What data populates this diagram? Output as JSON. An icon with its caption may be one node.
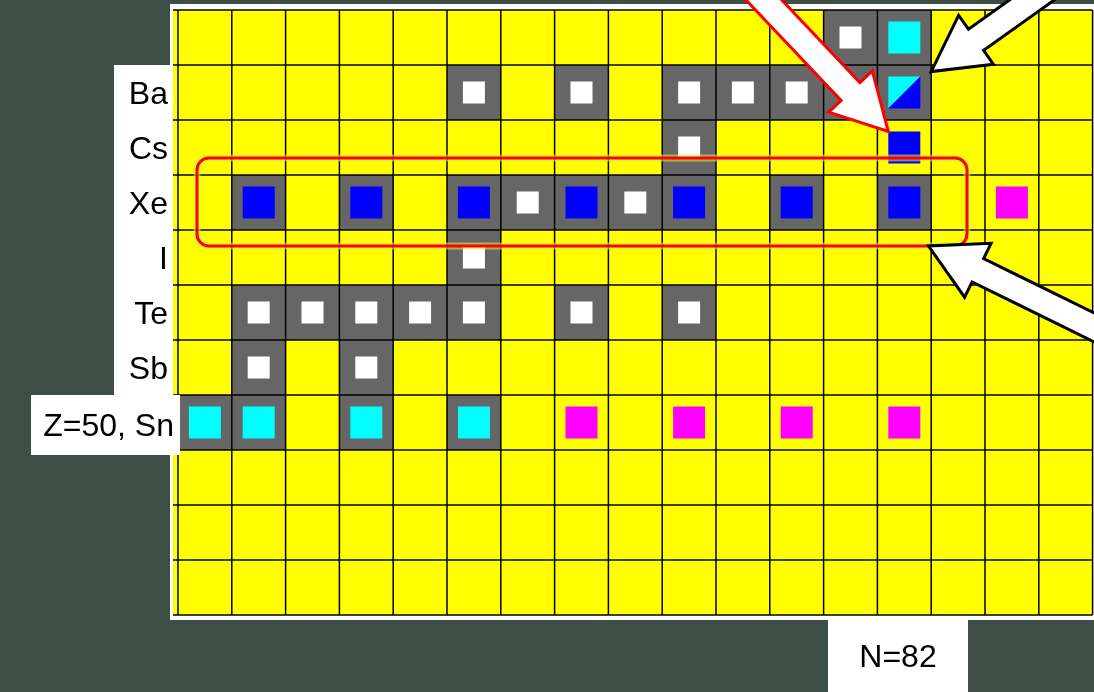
{
  "diagram": {
    "nodes": [
      {
        "text": [],
        "shape": "box"
      },
      {
        "text": [],
        "shape": "box"
      },
      {
        "text": [],
        "shape": "box"
      }
    ],
    "edges": [
      {
        "from": null,
        "to": 1,
        "arrow": "to",
        "color": "#ff0000"
      },
      {
        "from": null,
        "to": 0,
        "arrow": "to"
      },
      {
        "from": null,
        "to": 2,
        "arrow": "to"
      }
    ],
    "labels": [
      "Ba",
      "Cs",
      "Xe",
      "I",
      "Te",
      "Sb",
      "Z=50, Sn",
      "N=82"
    ]
  }
}
